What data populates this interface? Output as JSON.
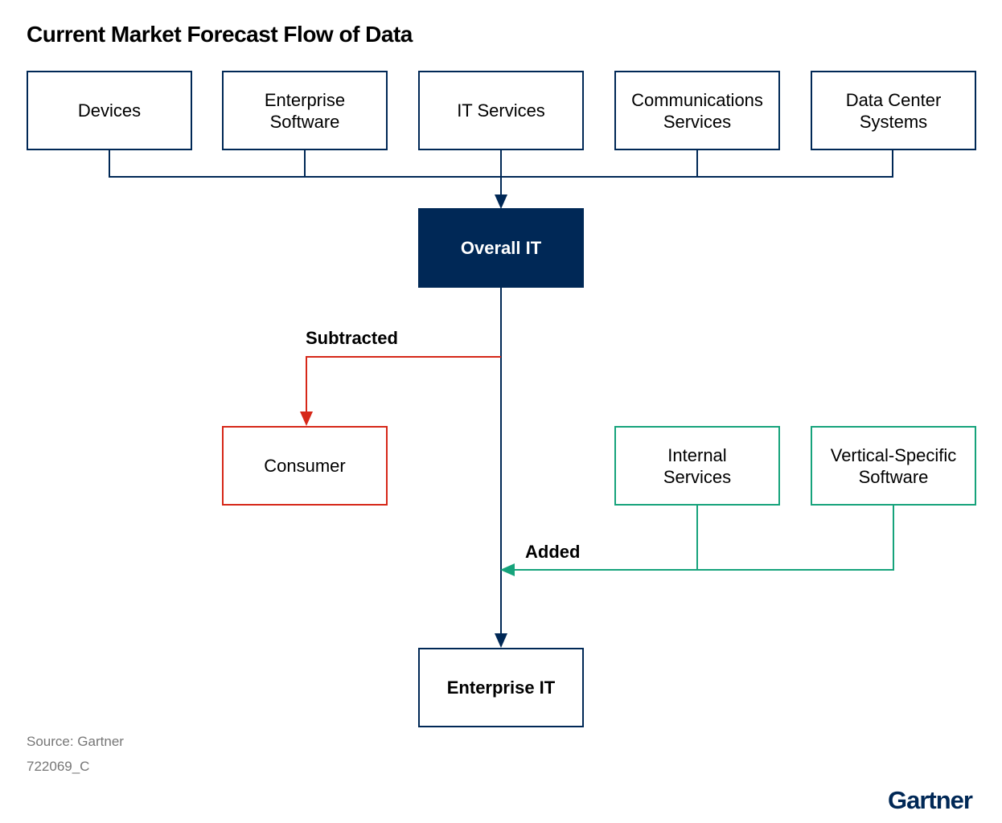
{
  "title": "Current Market Forecast Flow of Data",
  "sources": [
    "Devices",
    "Enterprise\nSoftware",
    "IT Services",
    "Communications\nServices",
    "Data Center\nSystems"
  ],
  "overall": "Overall IT",
  "subtracted_label": "Subtracted",
  "consumer": "Consumer",
  "added_label": "Added",
  "added_sources": [
    "Internal\nServices",
    "Vertical-Specific\nSoftware"
  ],
  "enterprise": "Enterprise IT",
  "footer": {
    "source": "Source: Gartner",
    "id": "722069_C"
  },
  "logo": "Gartner",
  "colors": {
    "navy": "#002856",
    "red": "#d62718",
    "green": "#16a37b",
    "gray": "#767676"
  }
}
